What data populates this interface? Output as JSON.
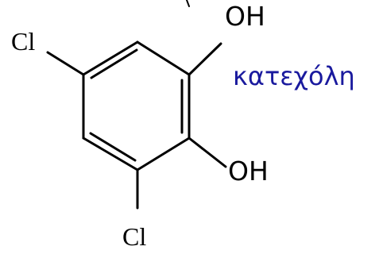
{
  "molecule": {
    "compound_name": "κατεχόλη",
    "substituents": {
      "chlorine_top": "Cl",
      "chlorine_bottom": "Cl",
      "hydroxyl_top": "OH",
      "hydroxyl_bottom": "OH"
    }
  },
  "colors": {
    "bond": "#000000",
    "compound_name": "#1a1a9e"
  }
}
